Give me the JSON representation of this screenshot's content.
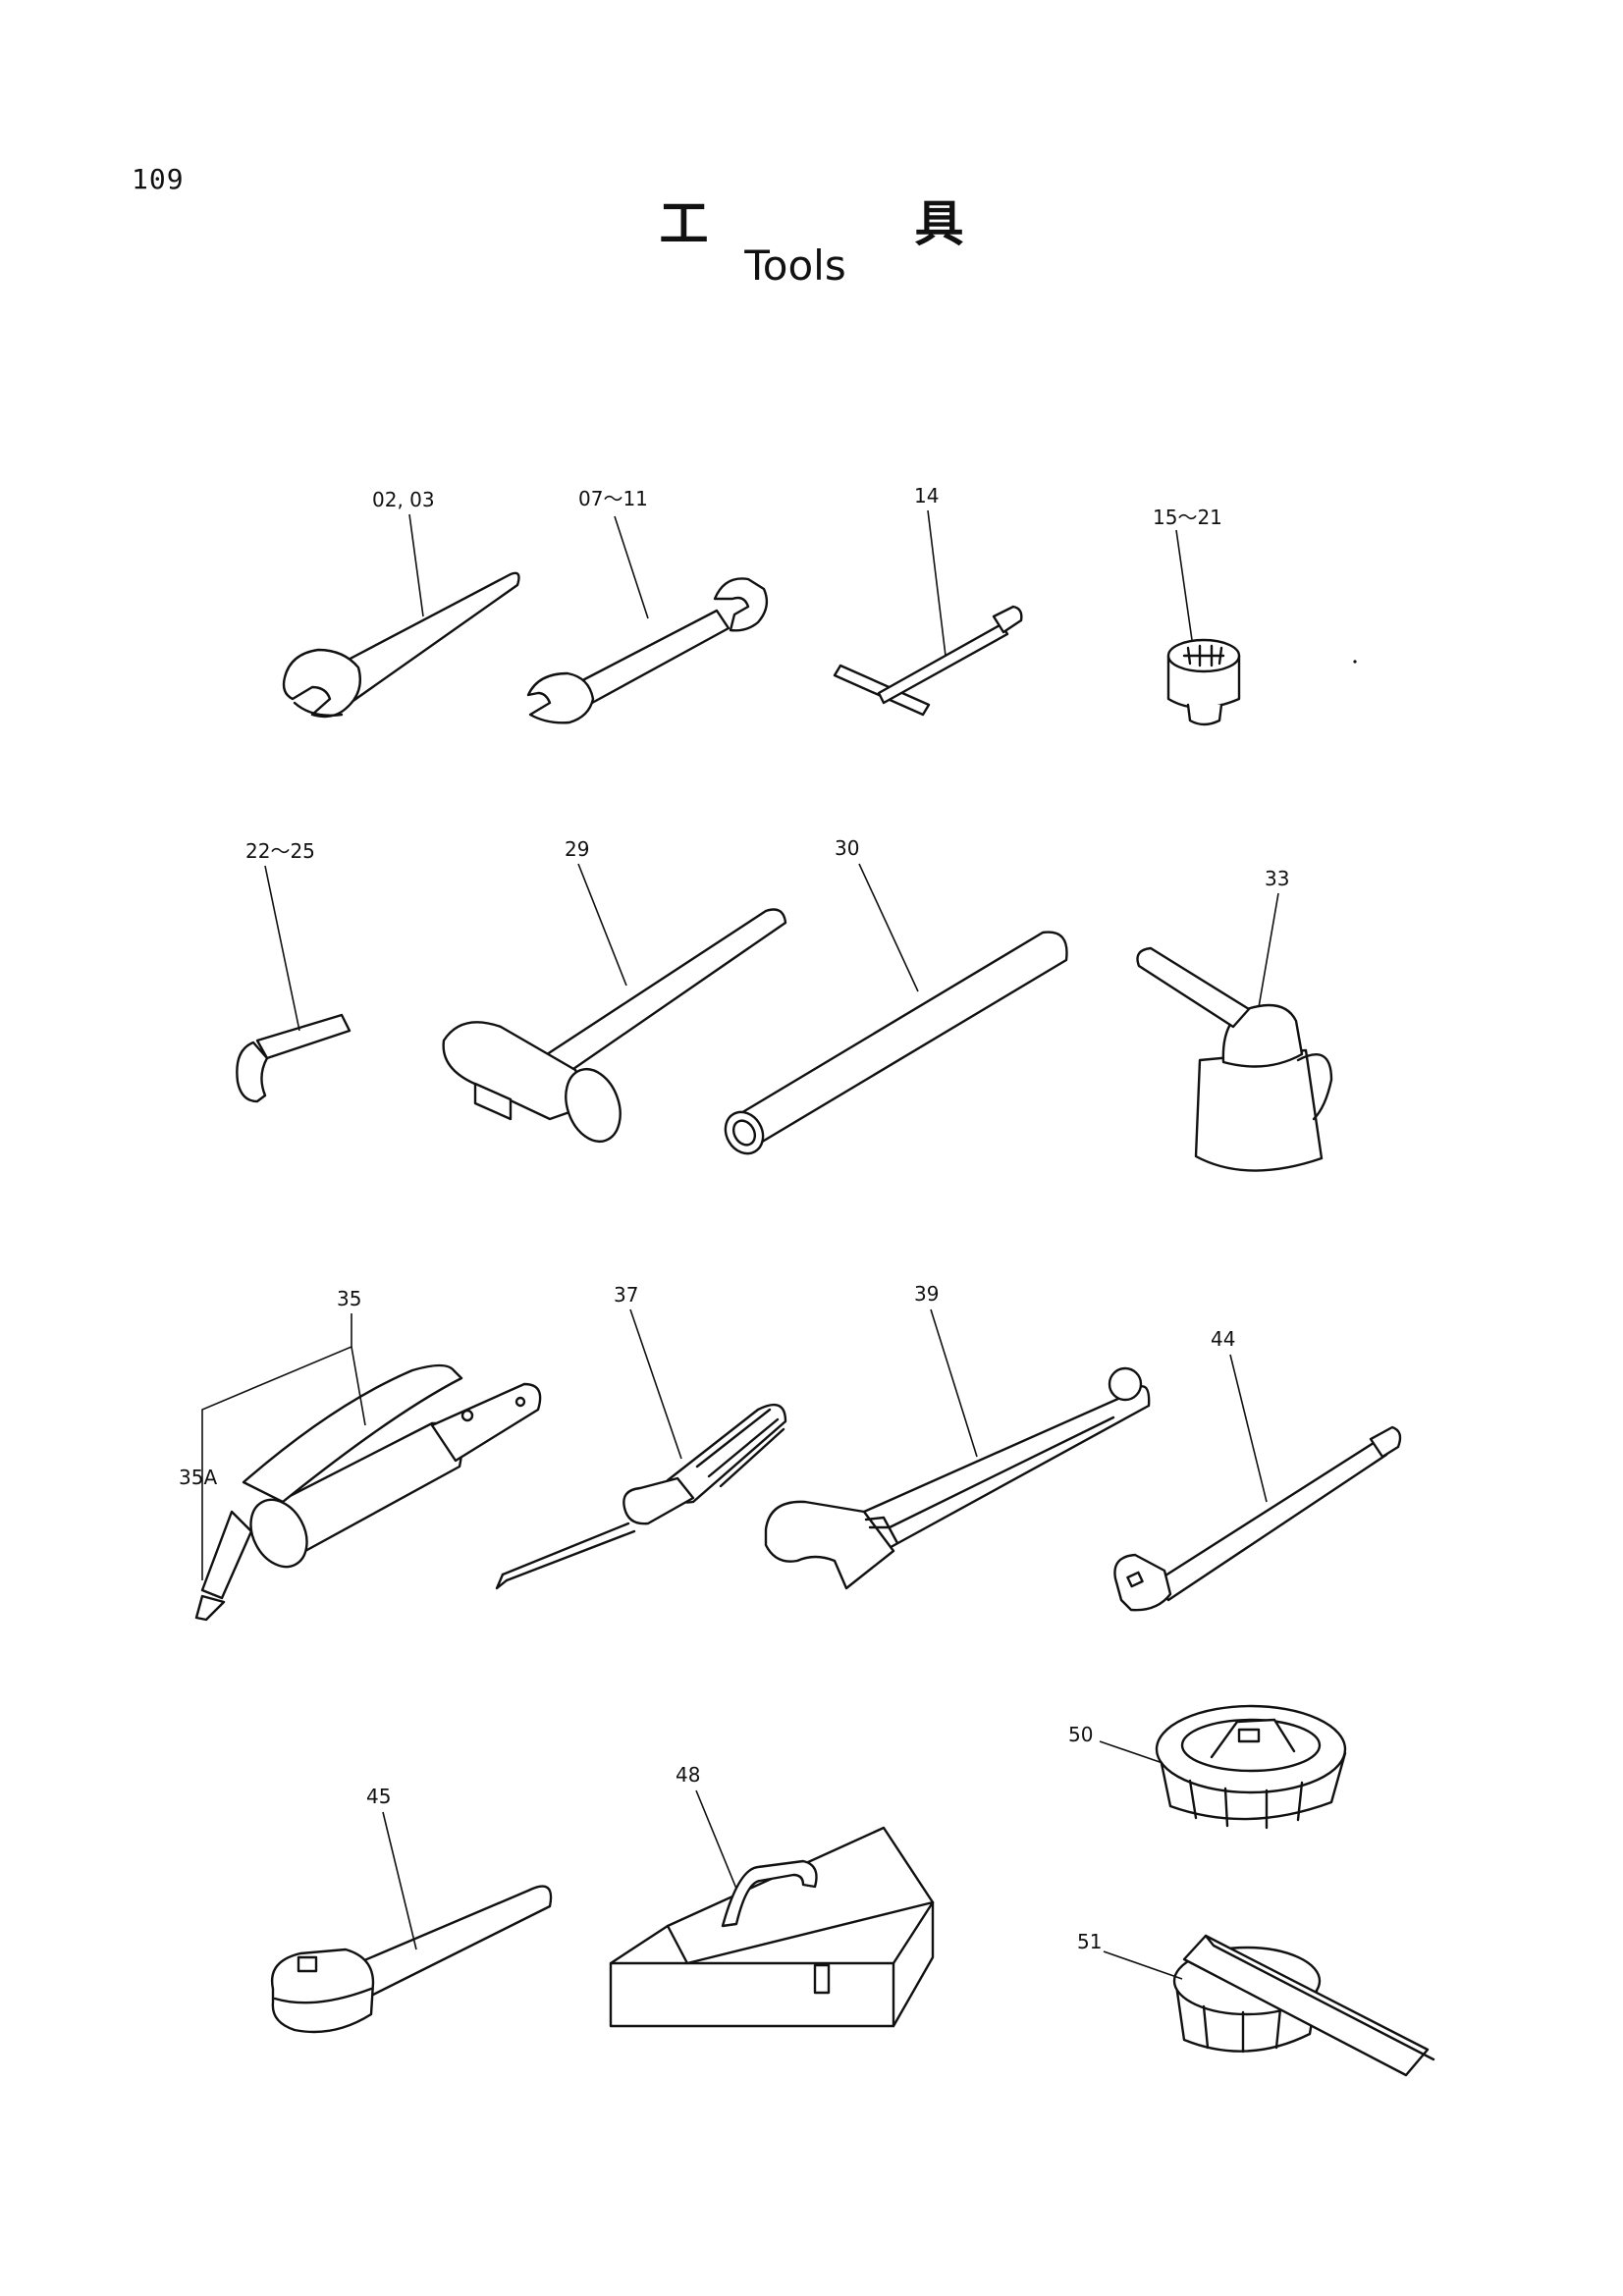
{
  "page": {
    "number": "109",
    "title_jp": "工具",
    "title_en": "Tools"
  },
  "callouts": {
    "c_02_03": "02, 03",
    "c_07_11": "07～11",
    "c_14": "14",
    "c_15_21": "15～21",
    "c_22_25": "22～25",
    "c_29": "29",
    "c_30": "30",
    "c_33": "33",
    "c_35": "35",
    "c_35a": "35A",
    "c_37": "37",
    "c_39": "39",
    "c_44": "44",
    "c_45": "45",
    "c_48": "48",
    "c_50": "50",
    "c_51": "51"
  },
  "tools": [
    {
      "callout": "02, 03",
      "icon": "single-open-end-wrench-icon"
    },
    {
      "callout": "07～11",
      "icon": "double-open-end-wrench-icon"
    },
    {
      "callout": "14",
      "icon": "t-handle-socket-wrench-icon"
    },
    {
      "callout": "15～21",
      "icon": "socket-icon"
    },
    {
      "callout": "22～25",
      "icon": "hex-key-icon"
    },
    {
      "callout": "29",
      "icon": "hammer-icon"
    },
    {
      "callout": "30",
      "icon": "extension-pipe-icon"
    },
    {
      "callout": "33",
      "icon": "oil-can-icon"
    },
    {
      "callout": "35",
      "icon": "grease-gun-icon"
    },
    {
      "callout": "35A",
      "icon": "grease-gun-nozzle-icon"
    },
    {
      "callout": "37",
      "icon": "screwdriver-icon"
    },
    {
      "callout": "39",
      "icon": "adjustable-wrench-icon"
    },
    {
      "callout": "44",
      "icon": "extension-bar-icon"
    },
    {
      "callout": "45",
      "icon": "ratchet-handle-icon"
    },
    {
      "callout": "48",
      "icon": "tool-box-icon"
    },
    {
      "callout": "50",
      "icon": "filter-wrench-icon"
    },
    {
      "callout": "51",
      "icon": "filter-wrench-with-handle-icon"
    }
  ]
}
